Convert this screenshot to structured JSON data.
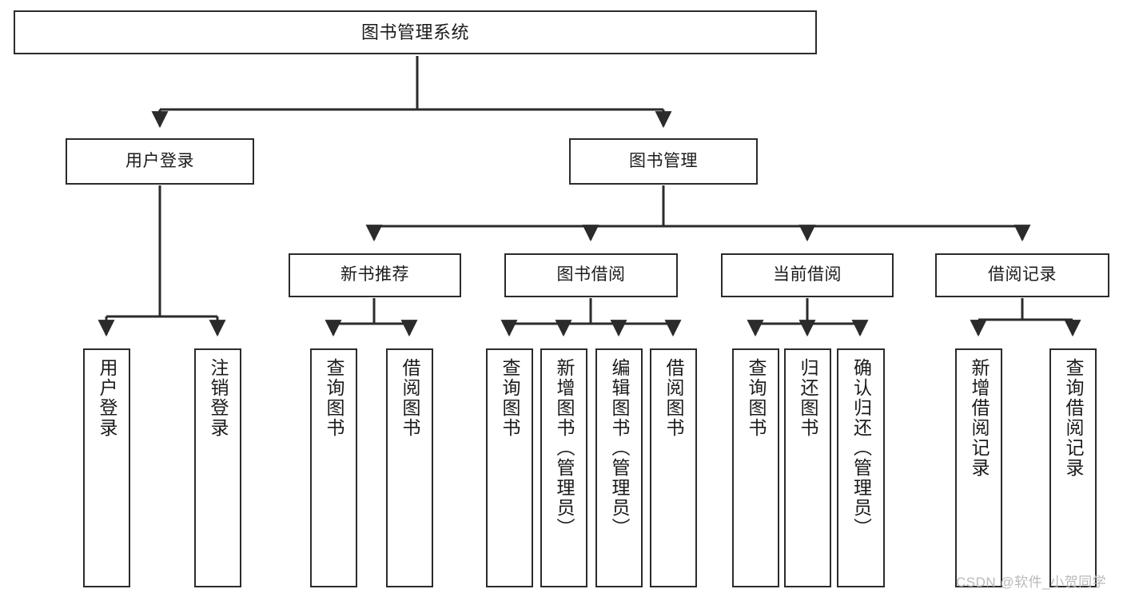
{
  "diagram": {
    "title": "图书管理系统",
    "type": "hierarchy-tree",
    "watermark": "CSDN @软件_小贺同学",
    "colors": {
      "box_border": "#2b2b2b",
      "box_fill": "#ffffff",
      "connector": "#2b2b2b",
      "text": "#1b1b1b",
      "watermark": "#b9b9b9",
      "background": "#ffffff"
    },
    "root": {
      "label": "图书管理系统"
    },
    "level2": [
      {
        "label": "用户登录"
      },
      {
        "label": "图书管理"
      }
    ],
    "level3": [
      {
        "label": "新书推荐"
      },
      {
        "label": "图书借阅"
      },
      {
        "label": "当前借阅"
      },
      {
        "label": "借阅记录"
      }
    ],
    "leaves": {
      "user_login": [
        {
          "label": "用户登录"
        },
        {
          "label": "注销登录"
        }
      ],
      "new_book_recommend": [
        {
          "label": "查询图书"
        },
        {
          "label": "借阅图书"
        }
      ],
      "book_borrow": [
        {
          "label": "查询图书"
        },
        {
          "label": "新增图书（管理员）"
        },
        {
          "label": "编辑图书（管理员）"
        },
        {
          "label": "借阅图书"
        }
      ],
      "current_borrow": [
        {
          "label": "查询图书"
        },
        {
          "label": "归还图书"
        },
        {
          "label": "确认归还（管理员）"
        }
      ],
      "borrow_records": [
        {
          "label": "新增借阅记录"
        },
        {
          "label": "查询借阅记录"
        }
      ]
    }
  }
}
